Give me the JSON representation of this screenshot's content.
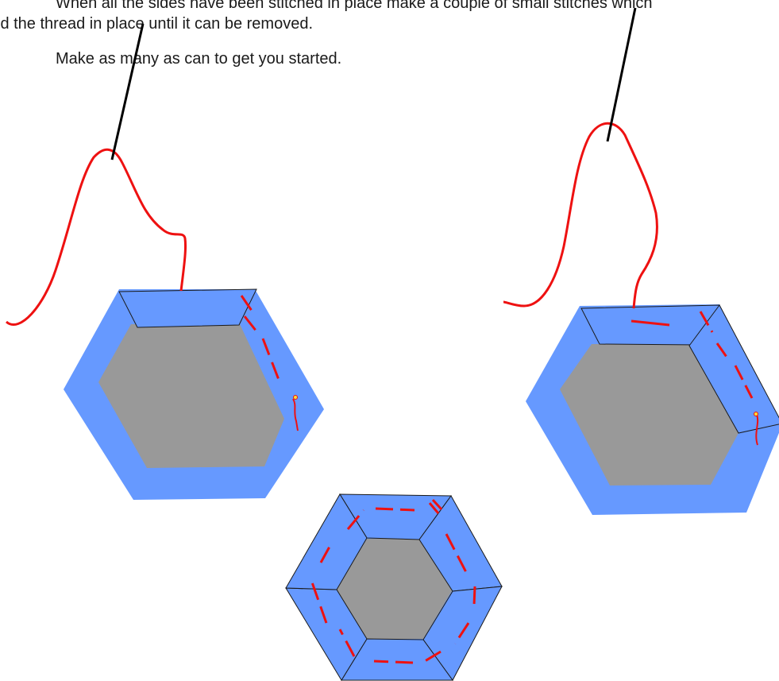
{
  "instructions": {
    "line1": "When all the sides have been stitched in place make a couple of small stitches which",
    "line2": "ld the thread in place until it can be removed.",
    "line3": "Make as many as can to get you started."
  },
  "colors": {
    "fabric_blue": "#6699ff",
    "paper_grey": "#999999",
    "thread_red": "#ee1111",
    "needle_black": "#000000",
    "outline": "#1a1a1a"
  },
  "figures": [
    {
      "name": "hexagon-one-side-folded-with-needle",
      "state": "first side folded and tacked"
    },
    {
      "name": "hexagon-two-sides-folded-with-needle",
      "state": "second side folded and tacked"
    },
    {
      "name": "hexagon-all-sides-tacked",
      "state": "all six sides tacked"
    }
  ]
}
